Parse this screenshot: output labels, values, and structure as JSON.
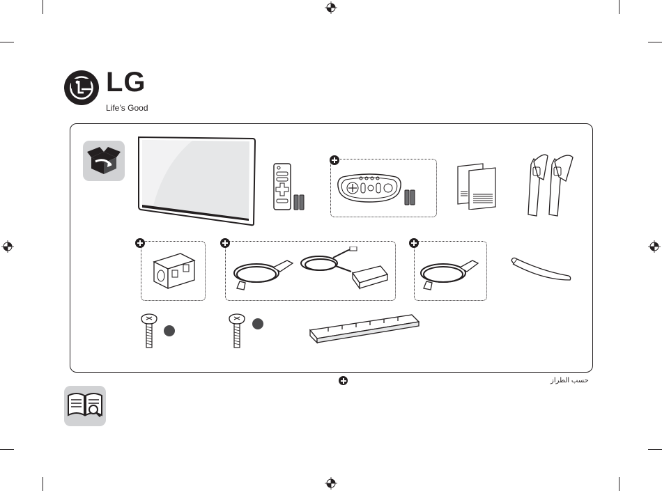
{
  "brand": {
    "name": "LG",
    "tagline": "Life’s Good",
    "logo_icon": "lg-face-logo",
    "brand_color": "#231f20"
  },
  "contents_badge": {
    "icon": "open-box-icon",
    "badge_color": "#d1d2d4"
  },
  "manual_badge": {
    "icon": "book-magnifier-icon"
  },
  "items": [
    {
      "icon": "tv-panel-icon"
    },
    {
      "icon": "standard-remote-icon"
    },
    {
      "icon": "batteries-icon"
    },
    {
      "icon": "magic-remote-icon"
    },
    {
      "icon": "manuals-icon"
    },
    {
      "icon": "stand-legs-icon"
    },
    {
      "icon": "ferrite-core-icon"
    },
    {
      "icon": "power-cord-icon"
    },
    {
      "icon": "ac-adapter-icon"
    },
    {
      "icon": "power-cord-icon"
    },
    {
      "icon": "cable-holder-icon"
    },
    {
      "icon": "screw-icon"
    },
    {
      "icon": "screw-icon"
    },
    {
      "icon": "stand-base-icon"
    }
  ],
  "legend": {
    "optional_icon": "plus-circle-icon",
    "text": "حسب الطراز"
  }
}
